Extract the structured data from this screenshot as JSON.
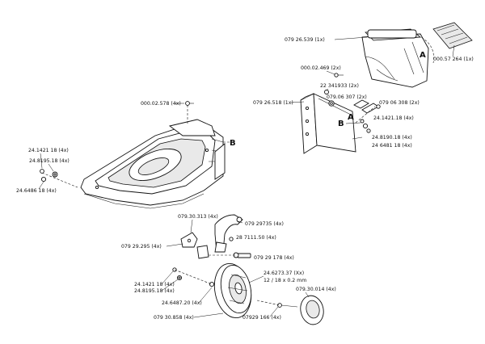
{
  "part_numbers": {
    "p_079_26_539": "079 26.539 (1x)",
    "p_000_57_264": "000.57 264 (1x)",
    "p_000_02_469": "000.02.469 (2x)",
    "p_22_341_933": "22 341933 (2x)",
    "p_079_26_518": "079 26.518 (1x)",
    "p_079_06_307": "079.06 307 (2x)",
    "p_079_06_308": "079 06 308 (2x)",
    "p_24_1421_18_r": "24.1421.18 (4x)",
    "p_24_8190_18": "24.8190.18 (4x)",
    "p_24_6481_18": "24 6481 18 (4x)",
    "p_000_02_578": "000.02.578 (4x)",
    "p_24_1421_18_l": "24.1421 18 (4x)",
    "p_24_8195_18_l": "24.8195.18 (4x)",
    "p_24_6486_18": "24.6486 18 (4x)",
    "p_079_30_313": "079.30.313 (4x)",
    "p_079_29_735": "079 29735 (4x)",
    "p_079_29_295": "079 29.295 (4x)",
    "p_28_7111_50": "28 7111.50 (4x)",
    "p_079_29_178": "079 29 178 (4x)",
    "p_24_1421_18_b": "24.1421 18 (4x)",
    "p_24_8195_18_b": "24.8195.18 (4x)",
    "p_24_6487_20": "24.6487.20 (4x)",
    "p_24_6273_37": "24.6273.37 (Xx)",
    "p_tire_size": "12 / 18 x 0.2 mm",
    "p_079_30_014": "079.30.014 (4x)",
    "p_079_30_858": "079 30.858 (4x)",
    "p_079_29_166": "07929 166 (4x)"
  },
  "markers": {
    "a_top": "A",
    "a_mid": "A",
    "b_right": "B",
    "b_left": "B"
  }
}
